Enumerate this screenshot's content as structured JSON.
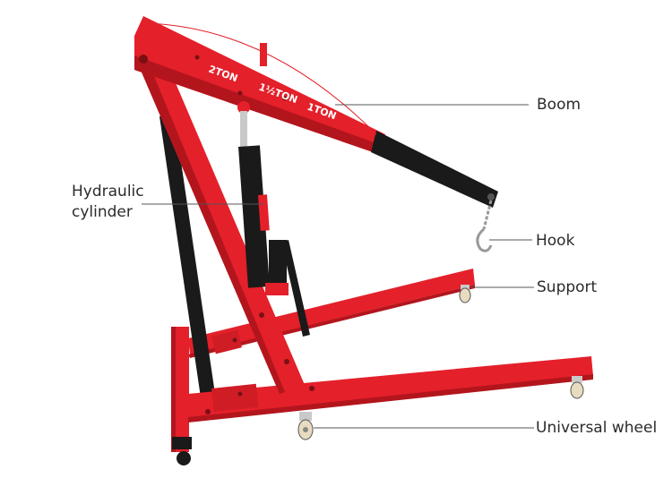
{
  "diagram": {
    "labels": {
      "boom": "Boom",
      "hydraulic_line1": "Hydraulic",
      "hydraulic_line2": "cylinder",
      "hook": "Hook",
      "support": "Support",
      "universal_wheel": "Universal wheel"
    },
    "capacity_marks": [
      "2TON",
      "1½TON",
      "1TON"
    ],
    "colors": {
      "frame_red": "#e4202a",
      "frame_red_dark": "#b3151d",
      "black_part": "#1a1a1a",
      "chrome": "#c9c9c9",
      "wheel_cream": "#e8dcc0"
    }
  }
}
